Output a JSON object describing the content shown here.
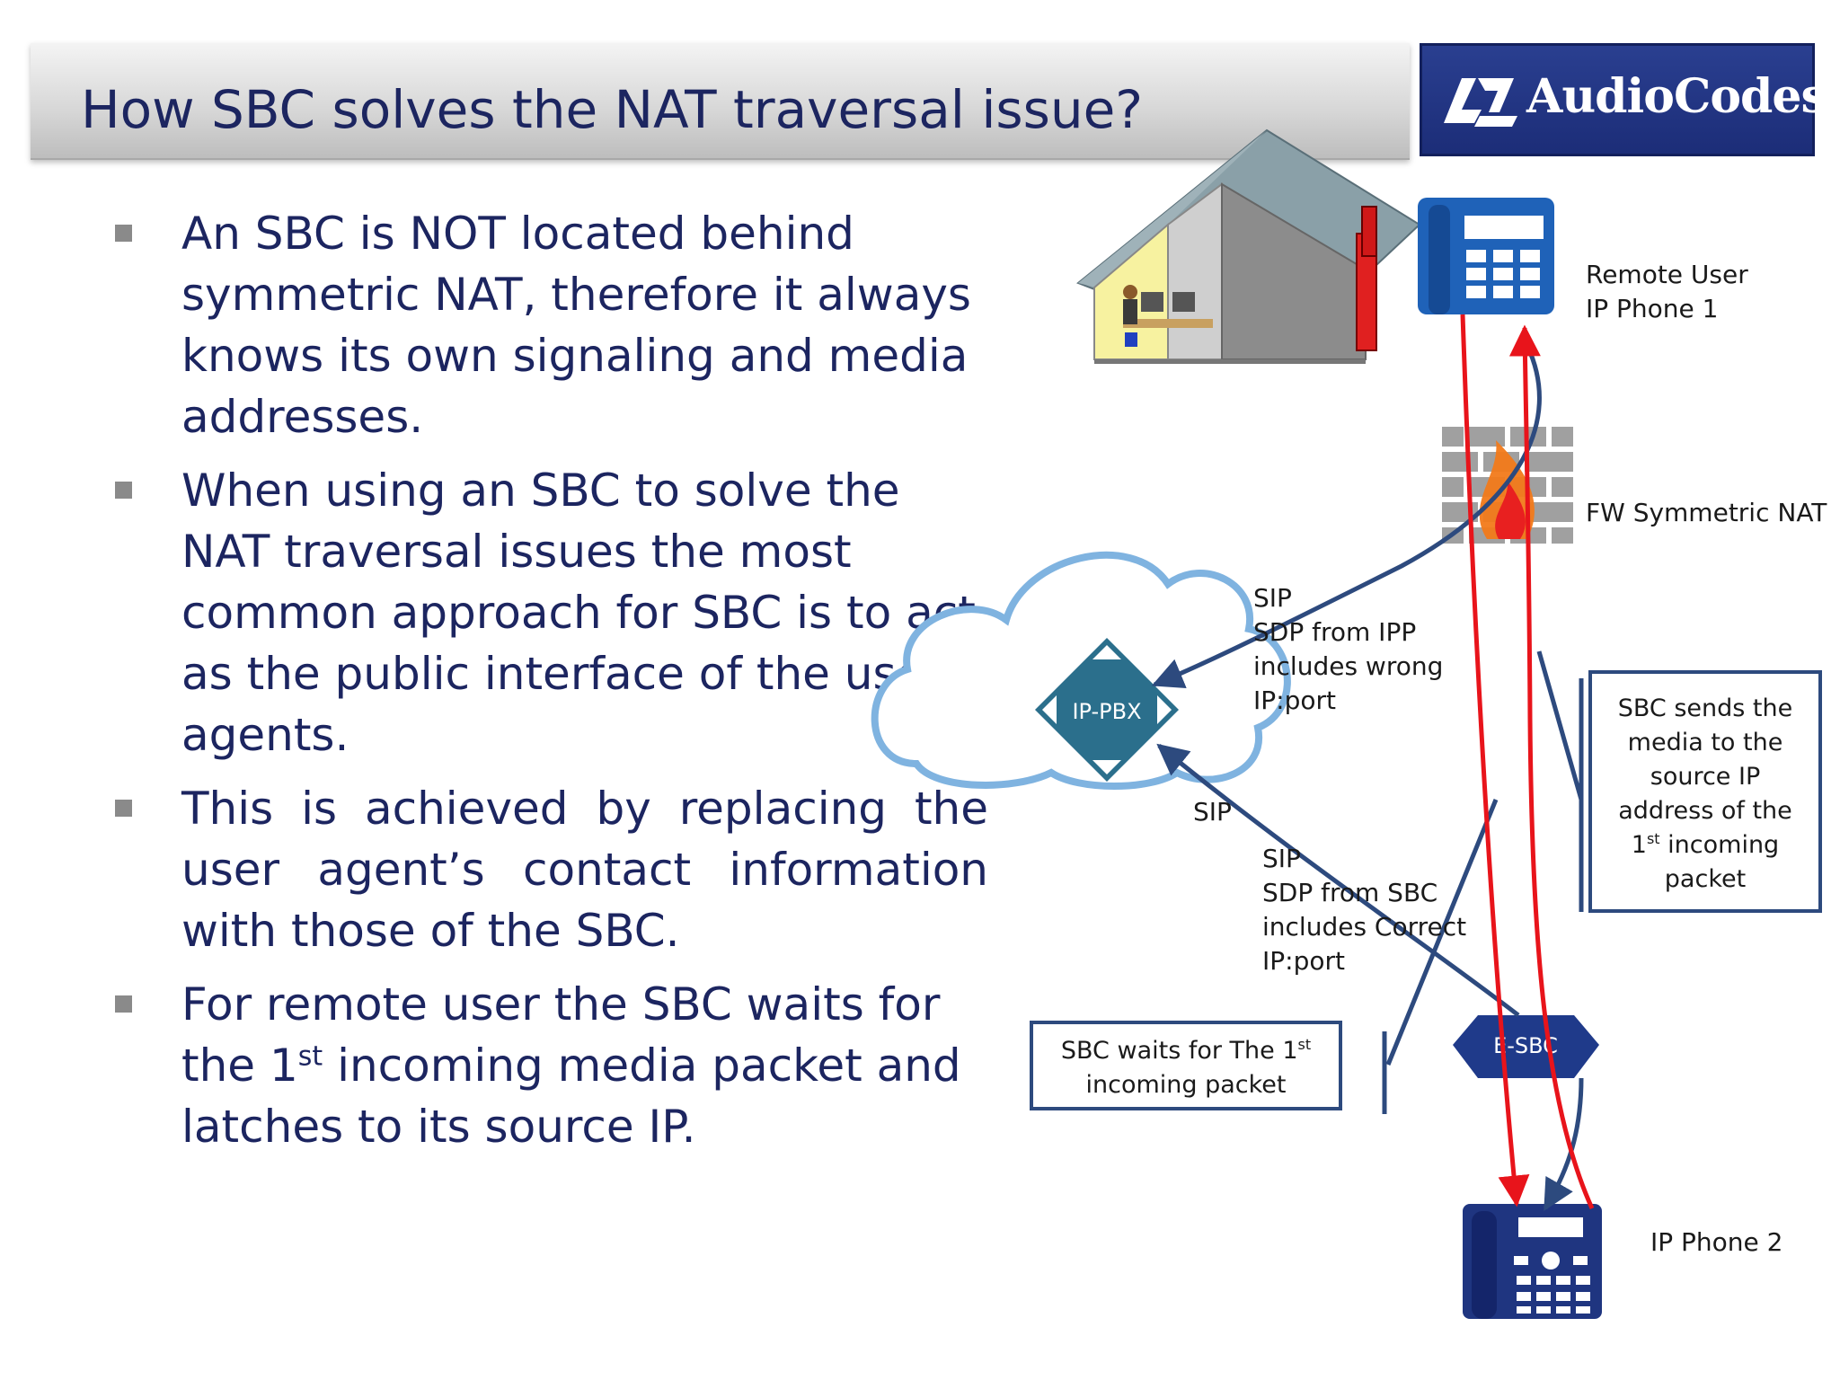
{
  "title": "How SBC solves the NAT traversal issue?",
  "logo": {
    "text": "AudioCodes",
    "icon": "audiocodes-logo-icon"
  },
  "bullets": [
    {
      "text": "An SBC is NOT located behind symmetric NAT, therefore it always knows its own signaling and media addresses."
    },
    {
      "text": "When using an SBC to solve the NAT traversal issues the most common approach for SBC is to act as the public interface  of  the user  agents."
    },
    {
      "text": "This  is  achieved  by  replacing  the user  agent’s  contact information with those of the SBC."
    },
    {
      "pre": "For remote user the SBC waits for the 1",
      "sup": "st",
      "post": " incoming media packet and latches to its source IP."
    }
  ],
  "diagram": {
    "remote_phone_label_1": "Remote User",
    "remote_phone_label_2": "IP Phone 1",
    "firewall_label": "FW Symmetric NAT",
    "pbx_label": "IP-PBX",
    "esbc_label": "E-SBC",
    "phone2_label": "IP Phone 2",
    "sip_top_1": "SIP",
    "sip_top_2": "SDP from IPP",
    "sip_top_3": "includes wrong",
    "sip_top_4": "IP:port",
    "sip_mid": "SIP",
    "sip_bot_1": "SIP",
    "sip_bot_2": "SDP from SBC",
    "sip_bot_3": "includes Correct",
    "sip_bot_4": "IP:port",
    "sbc_sends_1": "SBC sends the",
    "sbc_sends_2": "media to the",
    "sbc_sends_3": "source IP",
    "sbc_sends_4": "address of the",
    "sbc_sends_5_pre": "1",
    "sbc_sends_5_sup": "st",
    "sbc_sends_5_post": " incoming",
    "sbc_sends_6": "packet",
    "sbc_waits_1_pre": "SBC waits for The 1",
    "sbc_waits_1_sup": "st",
    "sbc_waits_2": "incoming packet"
  },
  "colors": {
    "title_text": "#1c2560",
    "logo_bg": "#1c2d78",
    "phone_blue": "#1f62b8",
    "phone2_navy": "#1f3580",
    "pbx_teal": "#2b6f8c",
    "media_red": "#e8141b",
    "signal_blue": "#2d4a7e",
    "cloud_outline": "#7fb3e0"
  }
}
